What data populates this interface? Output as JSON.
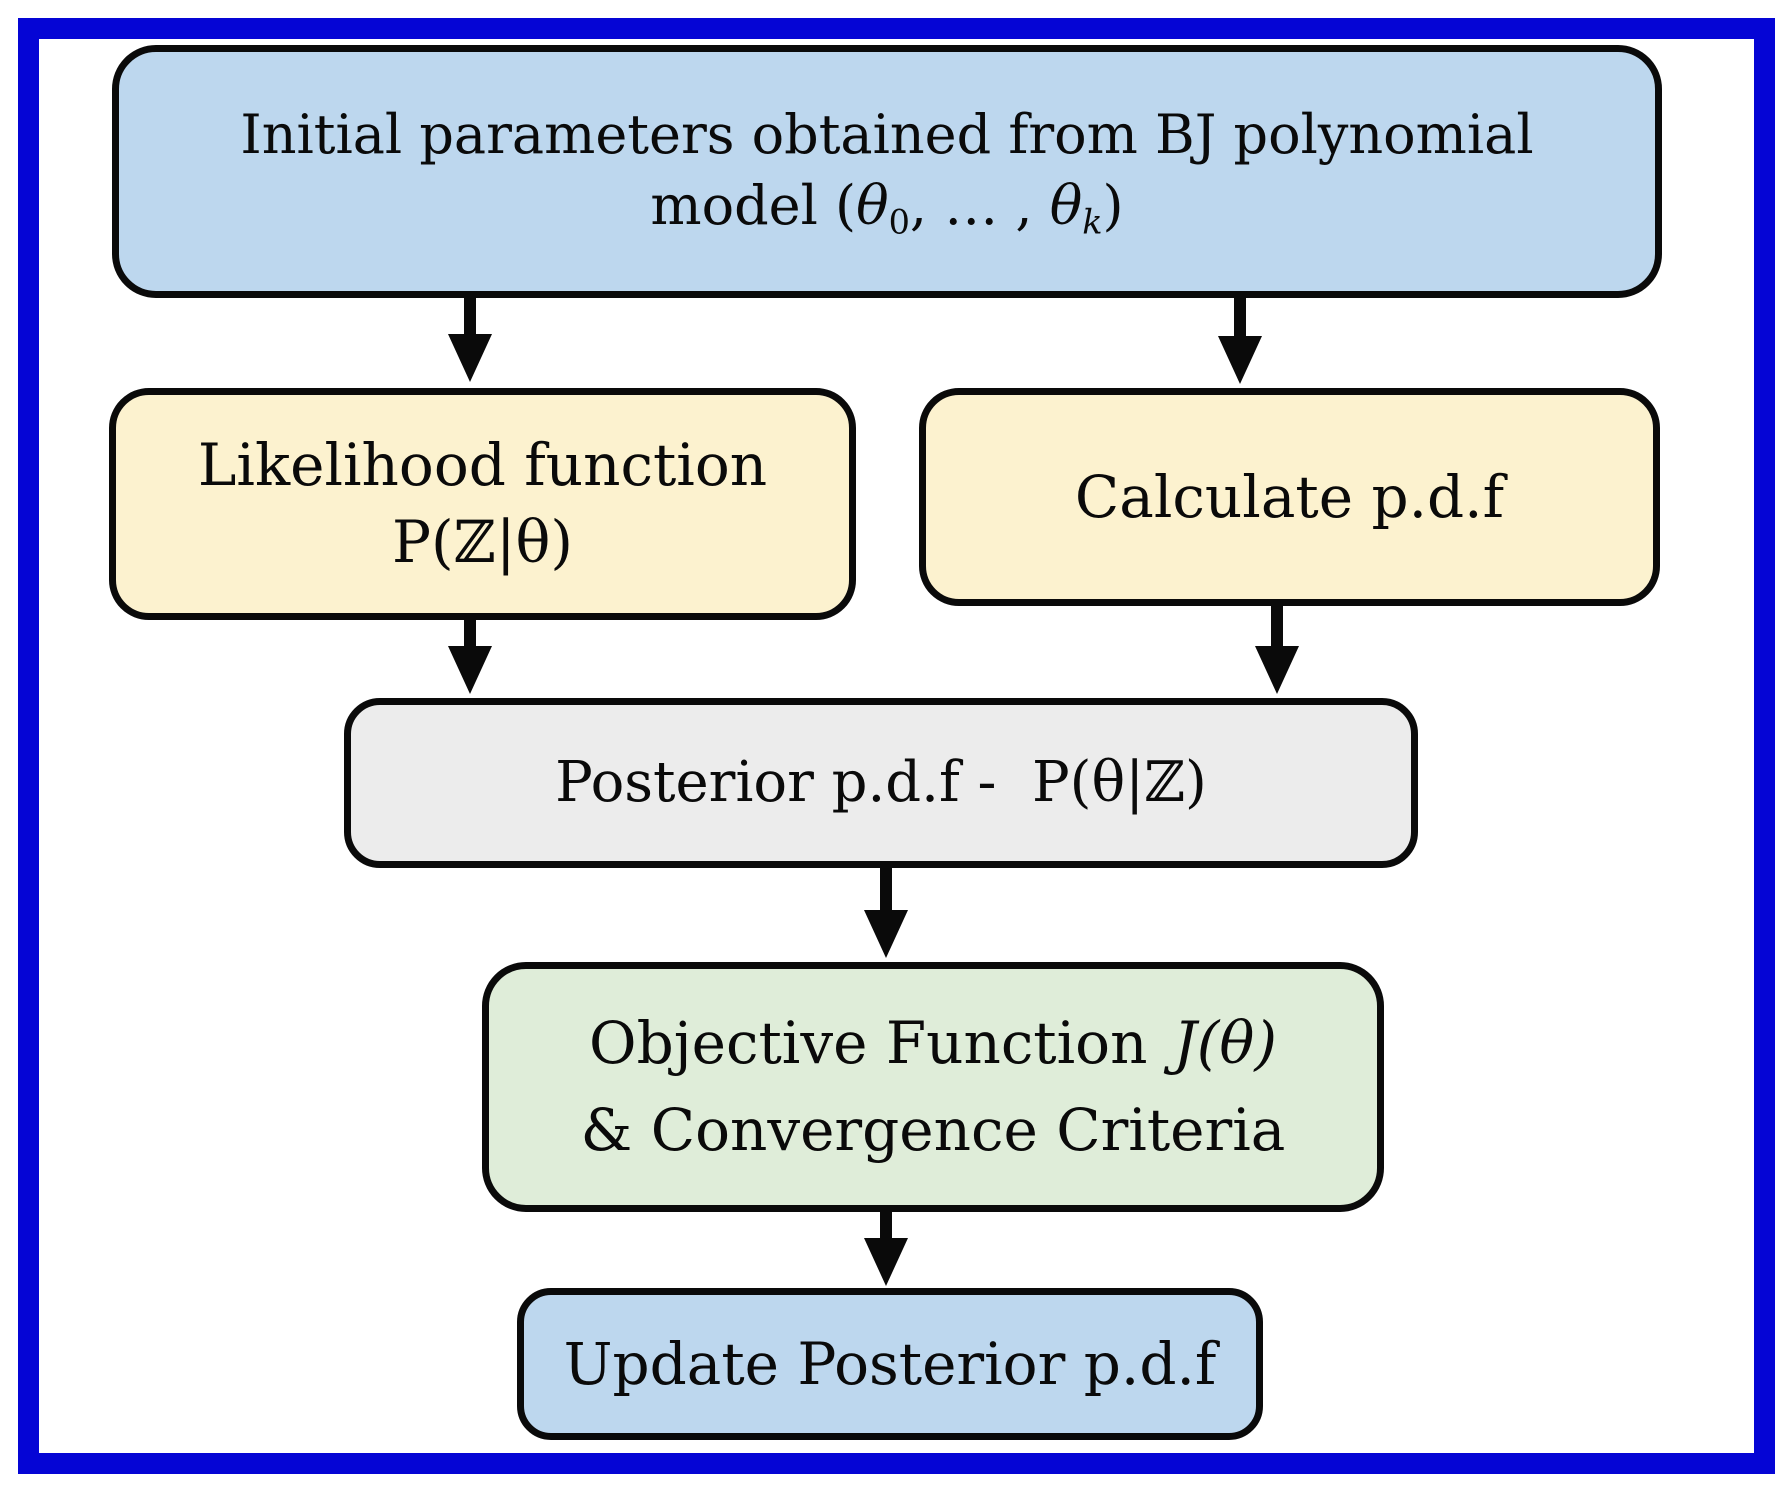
{
  "palette": {
    "frame_blue": "#0505d5",
    "node_light_blue": "#bdd7ee",
    "node_cream_yellow": "#fcf2cf",
    "node_gray": "#ececec",
    "node_light_green": "#dfedd9",
    "outline_black": "#0a0a0a"
  },
  "nodes": {
    "initial": {
      "line1": "Initial parameters obtained from BJ polynomial",
      "line2": {
        "pre": "model (",
        "theta1": "θ",
        "sub1": "0",
        "mid": ", … , ",
        "theta2": "θ",
        "sub2": "k",
        "post": ")"
      }
    },
    "likelihood": {
      "line1": "Likelihood function",
      "line2": "P(ℤ|θ)"
    },
    "calculate": {
      "label": "Calculate p.d.f"
    },
    "posterior": {
      "label": "Posterior p.d.f -  P(θ|ℤ)"
    },
    "objective": {
      "line1_text": "Objective Function",
      "line1_math": "J(θ)",
      "line2": "& Convergence Criteria"
    },
    "update": {
      "label": "Update Posterior p.d.f"
    }
  }
}
